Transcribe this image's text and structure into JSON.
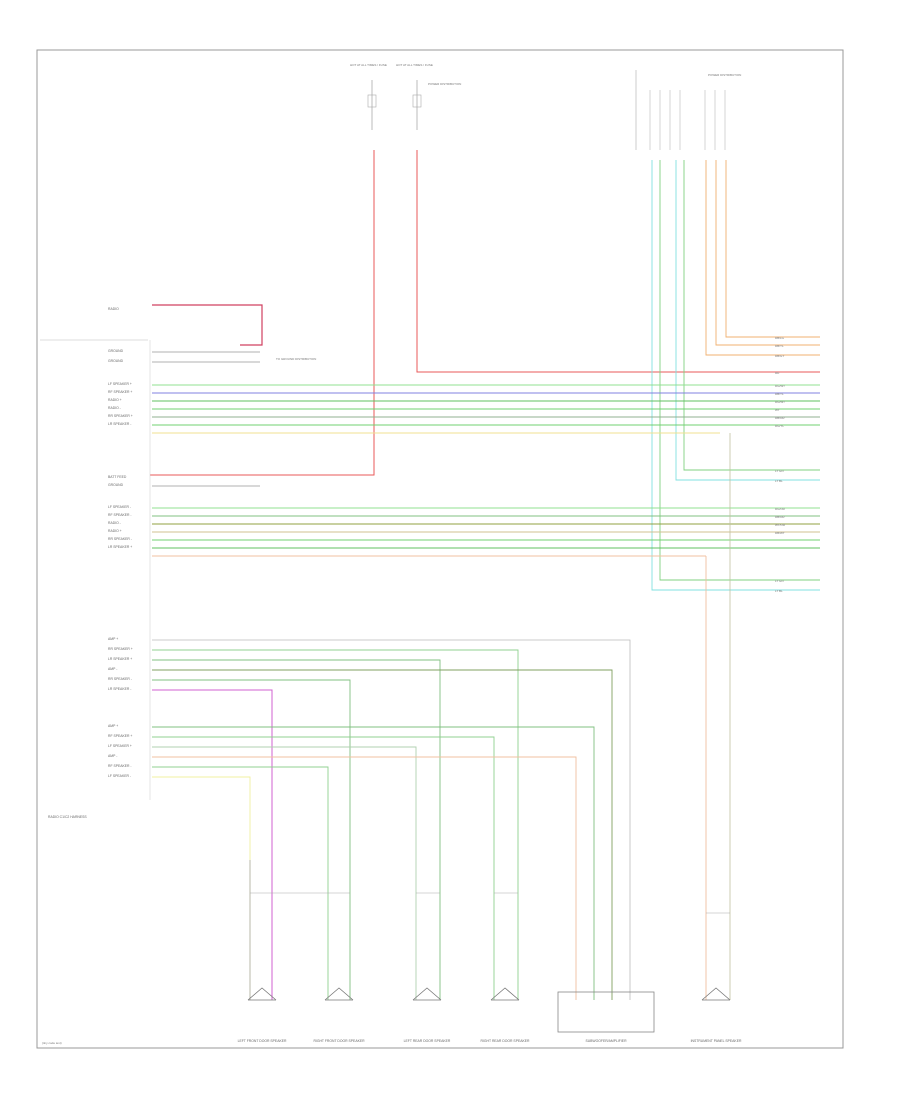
{
  "diagram": {
    "footer_code": "(tiny code text)",
    "top_fuses": [
      {
        "label": "HOT AT ALL TIMES / FUSE"
      },
      {
        "label": "HOT AT ALL TIMES / FUSE"
      }
    ],
    "top_fuse_note": "POWER DISTRIBUTION",
    "top_right_label": "POWER DISTRIBUTION",
    "left_module_title": "RADIO",
    "harness_left_label": "RADIO C1/C2 HARNESS",
    "left_rows": [
      "GROUND",
      "GROUND",
      "LF SPEAKER +",
      "RF SPEAKER +",
      "RADIO +",
      "RADIO -",
      "RR SPEAKER +",
      "LR SPEAKER -",
      "BATT FEED",
      "GROUND",
      "LF SPEAKER -",
      "RF SPEAKER -",
      "RADIO -",
      "RADIO +",
      "RR SPEAKER -",
      "LR SPEAKER +"
    ],
    "lower_rows": [
      "AMP +",
      "RR SPEAKER +",
      "LR SPEAKER +",
      "AMP -",
      "RR SPEAKER -",
      "LR SPEAKER -",
      "AMP +",
      "RF SPEAKER +",
      "LF SPEAKER +",
      "AMP -",
      "RF SPEAKER -",
      "LF SPEAKER -"
    ],
    "right_rows": [
      "DB/LG",
      "DB/YL",
      "DB/GY",
      "RD",
      "DG/WT",
      "DB/YL",
      "DG/WT",
      "WT",
      "DB/OR",
      "DG/YL",
      "LT GN",
      "LT BL",
      "DG/OR",
      "DB/OR",
      "WT/OR",
      "DB/WT",
      "LT GN",
      "LT BL"
    ],
    "ground_note": "TO GROUND DISTRIBUTION",
    "bottom_components": [
      "LEFT FRONT DOOR SPEAKER",
      "RIGHT FRONT DOOR SPEAKER",
      "LEFT REAR DOOR SPEAKER",
      "RIGHT REAR DOOR SPEAKER",
      "SUBWOOFER/AMPLIFIER",
      "INSTRUMENT PANEL SPEAKER"
    ]
  }
}
